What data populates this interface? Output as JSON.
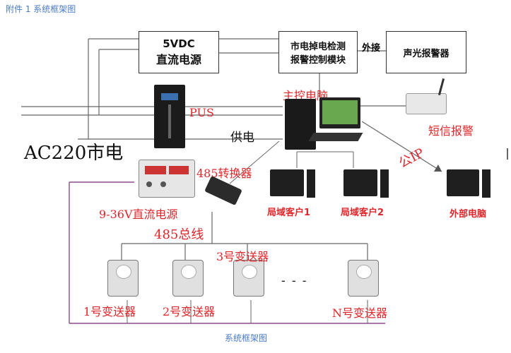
{
  "header": {
    "title": "附件 1  系统框架图"
  },
  "boxes": {
    "psu_5v": {
      "line1": "5VDC",
      "line2": "直流电源"
    },
    "detect": {
      "line1": "市电掉电检测",
      "line2": "报警控制模块"
    },
    "alarm": {
      "line1": "声光报警器"
    }
  },
  "labels": {
    "external": "外接",
    "ups": "PUS",
    "supply": "供电",
    "mains": "AC220市电",
    "converter": "485转换器",
    "psu_9_36": "9-36V直流电源",
    "host": "主控电脑",
    "sms": "短信报警",
    "public_ip": "公IP",
    "client1": "局域客户1",
    "client2": "局域客户2",
    "external_pc": "外部电脑",
    "bus": "485总线",
    "tx1": "1号变送器",
    "tx2": "2号变送器",
    "tx3": "3号变送器",
    "txn": "N号变送器",
    "dots": "- - -",
    "caption": "系统框架图"
  },
  "colors": {
    "label_red": "#e0262a",
    "header_blue": "#4a7bc8",
    "purple_wire": "#8e4a8e",
    "wire": "#555555"
  }
}
